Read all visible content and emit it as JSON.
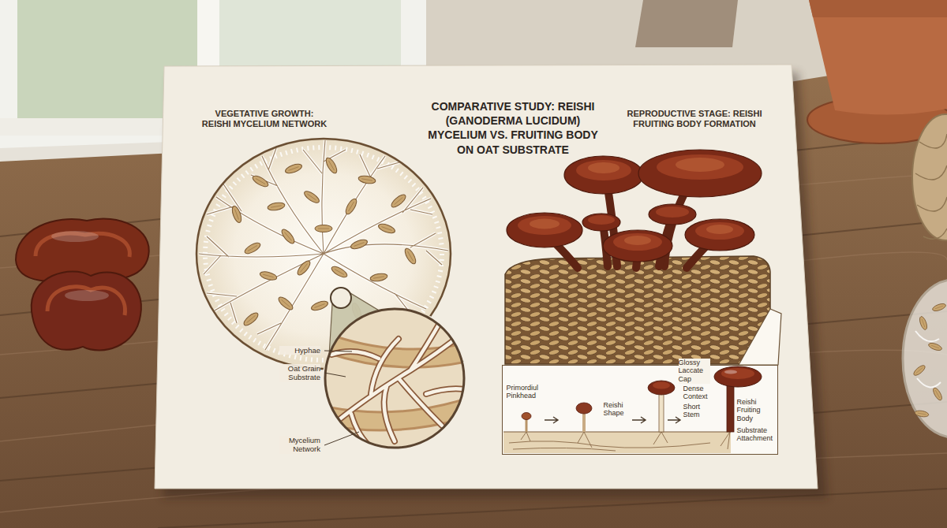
{
  "diagram": {
    "title": "COMPARATIVE STUDY: REISHI (GANODERMA LUCIDUM) MYCELIUM VS. FRUITING BODY ON OAT SUBSTRATE",
    "nodes": [
      {
        "text": [
          "VEGETATIVE GROWTH: REISHI MYCELIUM NETWORK"
        ]
      },
      {
        "text": [
          "Primordiul Pinkhead",
          "Reishi Shape",
          "Glossy Laccate Cap",
          "Dense Context",
          "Short Stem",
          "Reishi Fruiting Body",
          "Substrate Attachment"
        ]
      }
    ],
    "labels": [
      "REPRODUCTIVE STAGE: REISHI FRUITING BODY FORMATION",
      "Hyphae",
      "Oat Grain Substrate",
      "Mycelium Network"
    ]
  }
}
